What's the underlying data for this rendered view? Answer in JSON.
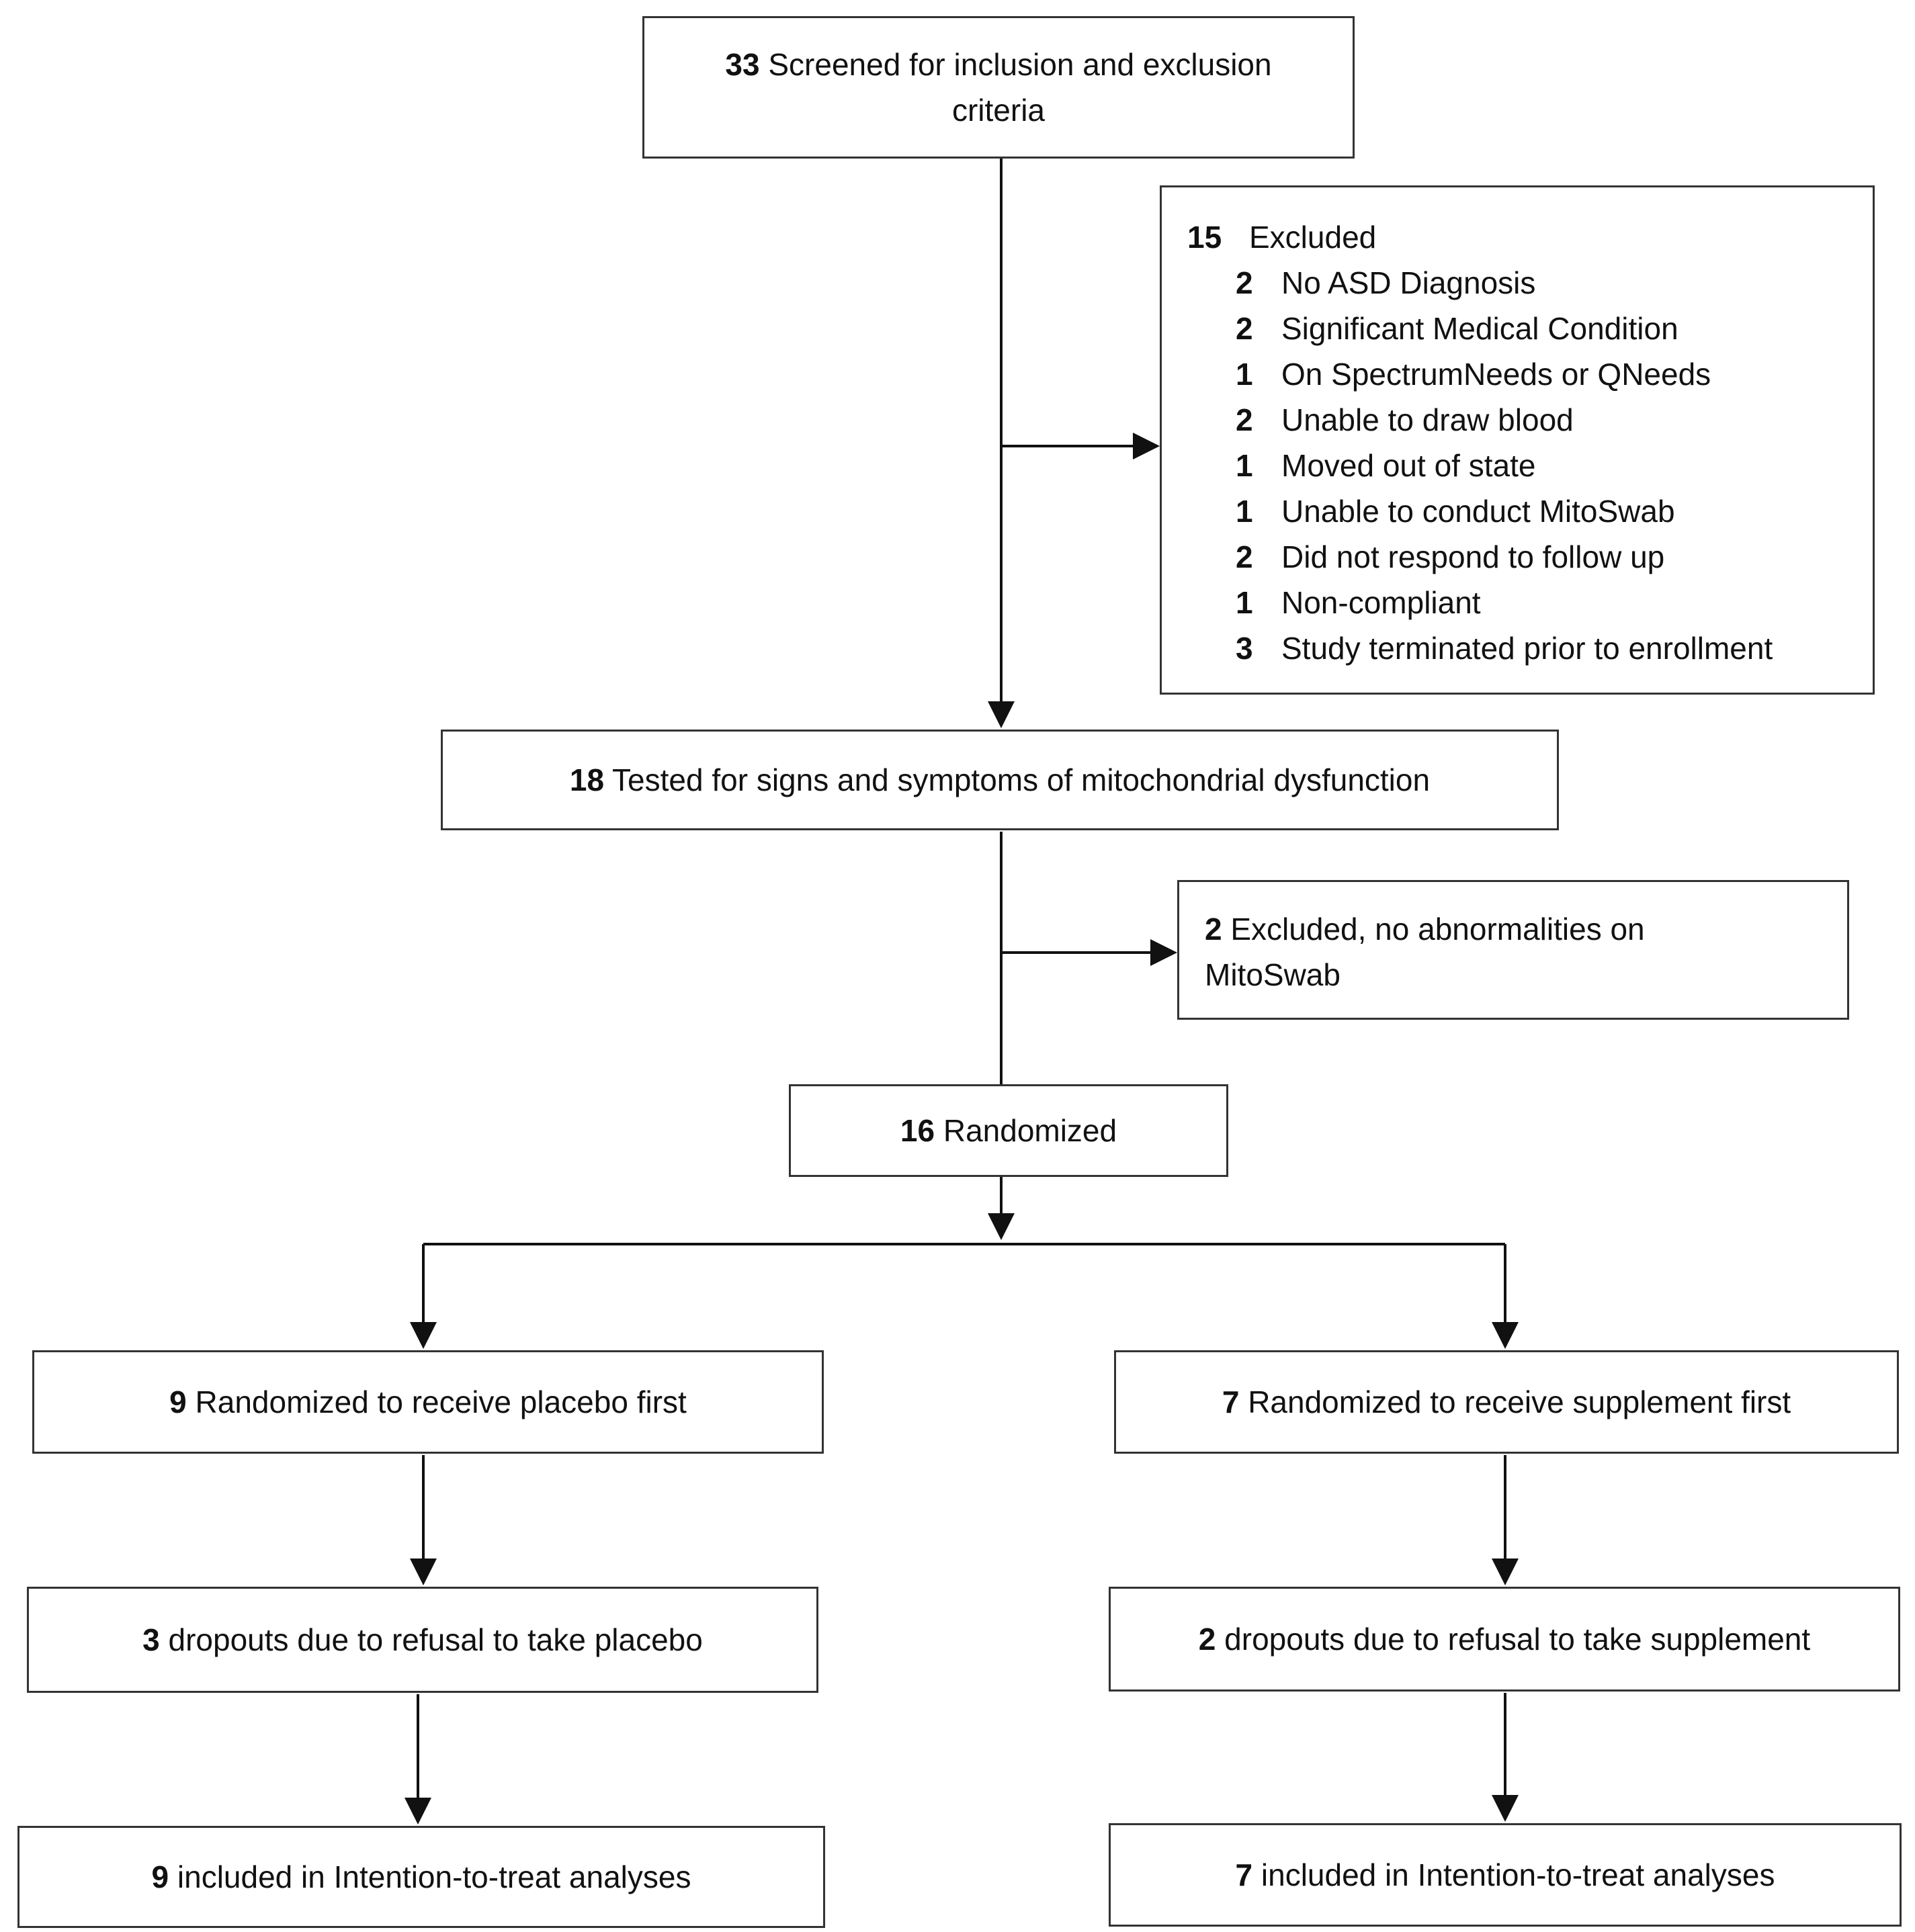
{
  "screened": {
    "count": "33",
    "text": "Screened for inclusion and exclusion",
    "text2": "criteria"
  },
  "excluded1": {
    "count": "15",
    "label": "Excluded",
    "reasons": [
      {
        "n": "2",
        "text": "No ASD Diagnosis"
      },
      {
        "n": "2",
        "text": "Significant Medical Condition"
      },
      {
        "n": "1",
        "text": "On SpectrumNeeds or QNeeds"
      },
      {
        "n": "2",
        "text": "Unable to draw blood"
      },
      {
        "n": "1",
        "text": "Moved out of state"
      },
      {
        "n": "1",
        "text": "Unable to conduct MitoSwab"
      },
      {
        "n": "2",
        "text": "Did not respond to follow up"
      },
      {
        "n": "1",
        "text": "Non-compliant"
      },
      {
        "n": "3",
        "text": "Study terminated prior to enrollment"
      }
    ]
  },
  "tested": {
    "count": "18",
    "text": "Tested for signs and symptoms of mitochondrial dysfunction"
  },
  "excluded2": {
    "count": "2",
    "text": "Excluded, no abnormalities on",
    "text2": "MitoSwab"
  },
  "randomized": {
    "count": "16",
    "text": "Randomized"
  },
  "left_arm": {
    "allocated": {
      "count": "9",
      "text": "Randomized to receive placebo first"
    },
    "dropouts": {
      "count": "3",
      "text": "dropouts due to refusal to take placebo"
    },
    "analyzed": {
      "count": "9",
      "text": "included in Intention-to-treat analyses"
    }
  },
  "right_arm": {
    "allocated": {
      "count": "7",
      "text": "Randomized to receive supplement first"
    },
    "dropouts": {
      "count": "2",
      "text": "dropouts due to refusal to take supplement"
    },
    "analyzed": {
      "count": "7",
      "text": "included in Intention-to-treat analyses"
    }
  }
}
